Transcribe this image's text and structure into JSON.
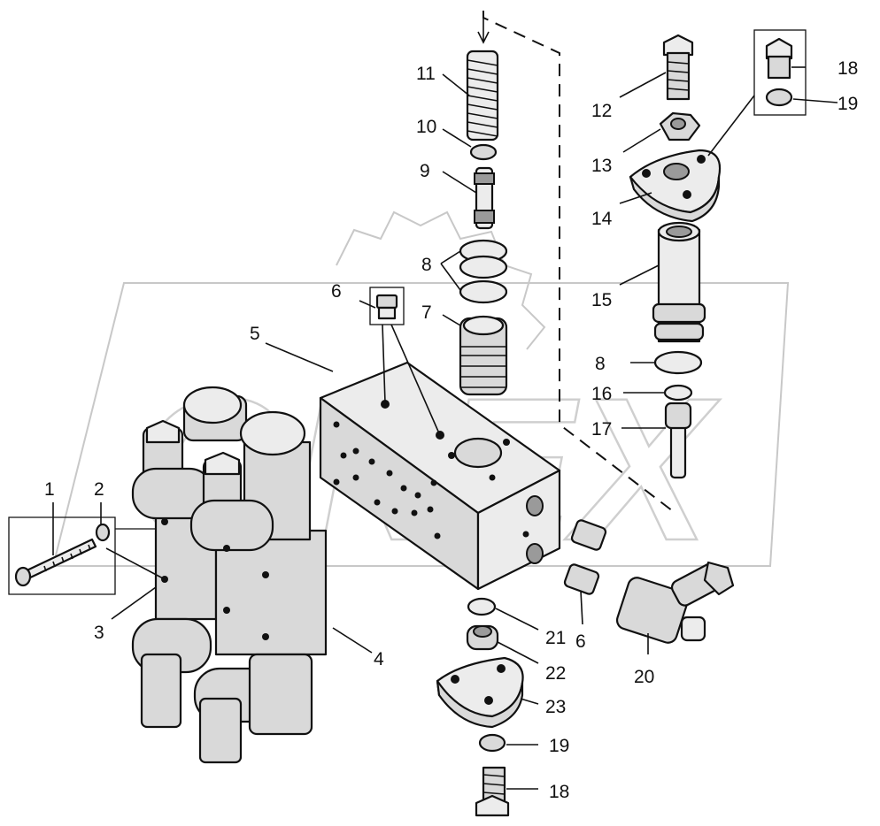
{
  "watermark": {
    "text": "OREX"
  },
  "callouts": [
    {
      "id": "c1",
      "label": "1"
    },
    {
      "id": "c2",
      "label": "2"
    },
    {
      "id": "c3",
      "label": "3"
    },
    {
      "id": "c4",
      "label": "4"
    },
    {
      "id": "c5",
      "label": "5"
    },
    {
      "id": "c6a",
      "label": "6"
    },
    {
      "id": "c6b",
      "label": "6"
    },
    {
      "id": "c7",
      "label": "7"
    },
    {
      "id": "c8a",
      "label": "8"
    },
    {
      "id": "c8b",
      "label": "8"
    },
    {
      "id": "c9",
      "label": "9"
    },
    {
      "id": "c10",
      "label": "10"
    },
    {
      "id": "c11",
      "label": "11"
    },
    {
      "id": "c12",
      "label": "12"
    },
    {
      "id": "c13",
      "label": "13"
    },
    {
      "id": "c14",
      "label": "14"
    },
    {
      "id": "c15",
      "label": "15"
    },
    {
      "id": "c16",
      "label": "16"
    },
    {
      "id": "c17",
      "label": "17"
    },
    {
      "id": "c18a",
      "label": "18"
    },
    {
      "id": "c18b",
      "label": "18"
    },
    {
      "id": "c19a",
      "label": "19"
    },
    {
      "id": "c19b",
      "label": "19"
    },
    {
      "id": "c20",
      "label": "20"
    },
    {
      "id": "c21",
      "label": "21"
    },
    {
      "id": "c22",
      "label": "22"
    },
    {
      "id": "c23",
      "label": "23"
    }
  ]
}
